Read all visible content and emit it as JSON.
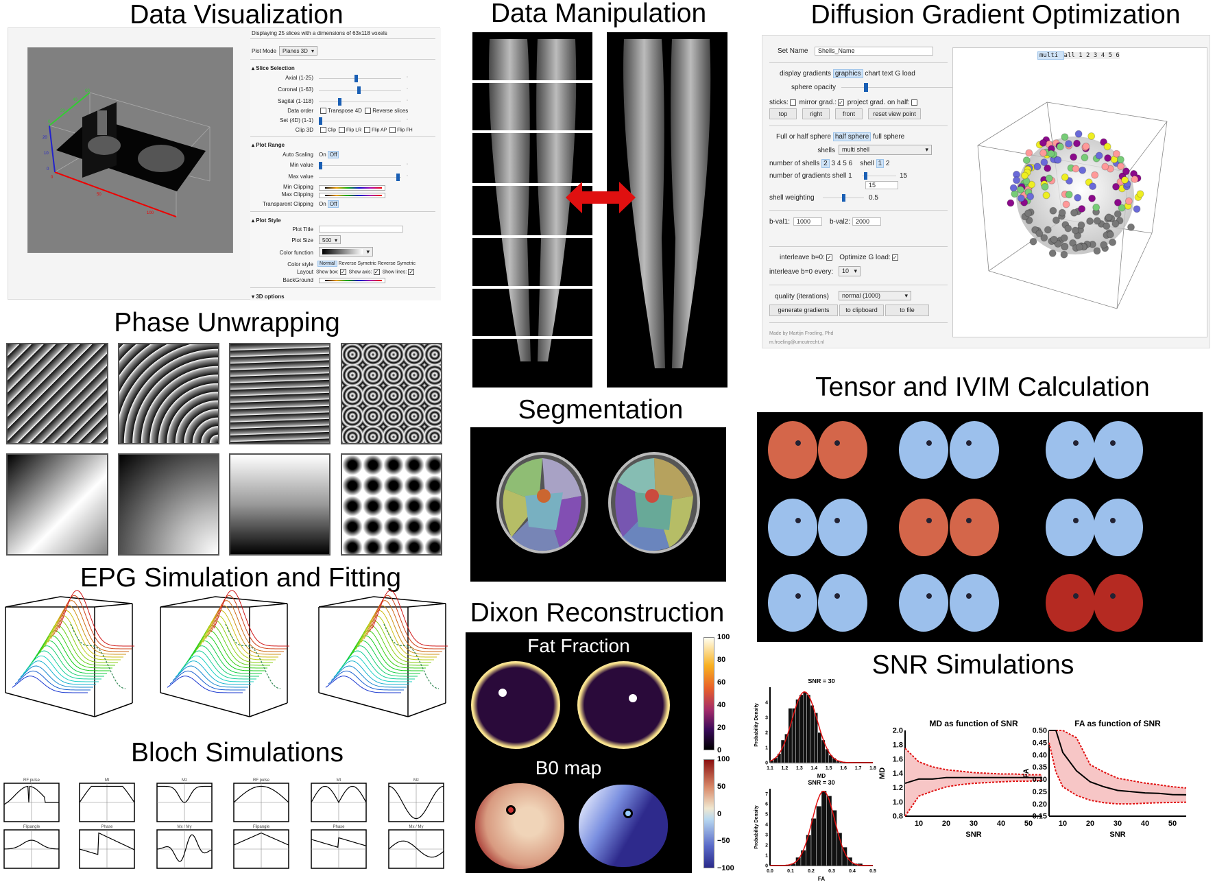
{
  "titles": {
    "data_visualization": "Data Visualization",
    "data_manipulation": "Data Manipulation",
    "diffusion": "Diffusion Gradient Optimization",
    "phase_unwrapping": "Phase Unwrapping",
    "segmentation": "Segmentation",
    "tensor": "Tensor and IVIM Calculation",
    "epg": "EPG Simulation and Fitting",
    "dixon": "Dixon Reconstruction",
    "snr": "SNR Simulations",
    "bloch": "Bloch Simulations"
  },
  "viz": {
    "info": "Displaying 25 slices with a dimensions of 63x118 voxels",
    "plot_mode_label": "Plot Mode",
    "plot_mode_value": "Planes 3D",
    "slice_selection": "Slice Selection",
    "axial": "Axial (1-25)",
    "coronal": "Coronal (1-63)",
    "sagital": "Sagital (1-118)",
    "axial_value": 0.45,
    "coronal_value": 0.49,
    "sagital_value": 0.24,
    "data_order": "Data order",
    "transpose": "Transpose 4D",
    "reverse": "Reverse slices",
    "set4d": "Set (4D) (1-1)",
    "clip3d": "Clip 3D",
    "clip": "Clip",
    "flip_lr": "Flip LR",
    "flip_ap": "Flip AP",
    "flip_fh": "Flip FH",
    "plot_range": "Plot Range",
    "auto_scaling": "Auto Scaling",
    "on": "On",
    "off": "Off",
    "min_value": "Min value",
    "max_value": "Max value",
    "min_clipping": "Min Clipping",
    "max_clipping": "Max Clipping",
    "transparent_clipping": "Transparent Clipping",
    "plot_style": "Plot Style",
    "plot_title": "Plot Title",
    "plot_size": "Plot Size",
    "plot_size_value": "500",
    "color_function": "Color function",
    "color_style": "Color style",
    "styles": [
      "Normal",
      "Reverse",
      "Symetric",
      "Reverse Symetric"
    ],
    "layout": "Layout",
    "show_box": "Show box:",
    "show_axis": "Show axis:",
    "show_lines": "Show lines:",
    "background": "BackGround",
    "options3d": "3D options",
    "axis_ticks": {
      "x": [
        "0",
        "50",
        "100"
      ],
      "z": [
        "0",
        "10",
        "20"
      ],
      "y": [
        "0",
        "20",
        "40",
        "60"
      ]
    }
  },
  "diffusion": {
    "set_name_label": "Set Name",
    "set_name_value": "Shells_Name",
    "display_gradients": "display gradients",
    "display_options": [
      "graphics",
      "chart",
      "text",
      "G load"
    ],
    "sphere_opacity": "sphere opacity",
    "sticks": "sticks:",
    "mirror": "mirror grad.:",
    "project": "project grad. on half:",
    "view_buttons": [
      "top",
      "right",
      "front",
      "reset view point"
    ],
    "full_half": "Full or half sphere",
    "sphere_options": [
      "half sphere",
      "full sphere"
    ],
    "shells_label": "shells",
    "shells_value": "multi shell",
    "num_shells_label": "number of shells",
    "num_shells": [
      "2",
      "3",
      "4",
      "5",
      "6"
    ],
    "shell_label": "shell",
    "shell_options": [
      "1",
      "2"
    ],
    "num_grad_label": "number of gradients shell 1",
    "num_grad_value": "15",
    "shell_weighting": "shell weighting",
    "shell_weighting_value": "0.5",
    "bval1_label": "b-val1:",
    "bval1": "1000",
    "bval2_label": "b-val2:",
    "bval2": "2000",
    "interleave": "interleave b=0:",
    "optimize": "Optimize G load:",
    "interleave_every": "interleave b=0 every:",
    "interleave_every_value": "10",
    "quality_label": "quality (iterations)",
    "quality_value": "normal (1000)",
    "action_buttons": [
      "generate gradients",
      "to clipboard",
      "to file"
    ],
    "credit": "Made by Martijn Froeling, Phd",
    "email": "m.froeling@umcutrecht.nl",
    "shell_tabs": [
      "multi",
      "all",
      "1",
      "2",
      "3",
      "4",
      "5",
      "6"
    ]
  },
  "dixon": {
    "fat_label": "Fat Fraction",
    "b0_label": "B0 map",
    "fat_ticks": [
      "100",
      "80",
      "60",
      "40",
      "20",
      "0"
    ],
    "b0_ticks": [
      "100",
      "50",
      "0",
      "−50",
      "−100"
    ]
  },
  "tensor": {
    "colors": {
      "r": "#d4664a",
      "b": "#9cc0ec",
      "d": "#b52a22"
    },
    "grid": [
      [
        "r",
        "r",
        "b",
        "b",
        "b",
        "b"
      ],
      [
        "b",
        "b",
        "r",
        "r",
        "b",
        "b"
      ],
      [
        "b",
        "b",
        "b",
        "b",
        "d",
        "d"
      ]
    ]
  },
  "bloch": {
    "titles": [
      [
        "RF pulse",
        "Mt",
        "Mz",
        "RF pulse",
        "Mt",
        "Mz"
      ],
      [
        "Flipangle",
        "Phase",
        "Mx / My",
        "Flipangle",
        "Phase",
        "Mx / My"
      ]
    ]
  },
  "colors": {
    "accent": "#1a5fb4",
    "arrow": "#e01010",
    "ci_fill": "#f7c6c6",
    "ci_line": "#e01010"
  },
  "chart_data": [
    {
      "type": "bar",
      "title": "SNR = 30",
      "xlabel": "MD",
      "ylabel": "Probability Density",
      "xlim": [
        1.1,
        1.8
      ],
      "ylim": [
        0,
        5
      ],
      "xticks": [
        "1.1",
        "1.2",
        "1.3",
        "1.4",
        "1.5",
        "1.6",
        "1.7",
        "1.8"
      ],
      "yticks": [
        "0",
        "1",
        "2",
        "3",
        "4"
      ],
      "bin_start": 1.1,
      "bin_width": 0.025,
      "values": [
        0.15,
        0.32,
        0.6,
        1.5,
        1.9,
        3.6,
        3.6,
        4.2,
        4.5,
        4.7,
        4.5,
        3.8,
        3.3,
        2.0,
        1.5,
        0.9,
        0.5,
        0.3,
        0.1,
        0.06
      ],
      "fit": {
        "mean": 1.335,
        "sd": 0.085
      }
    },
    {
      "type": "bar",
      "title": "SNR = 30",
      "xlabel": "FA",
      "ylabel": "Probability Density",
      "xlim": [
        0,
        0.5
      ],
      "ylim": [
        0,
        7.5
      ],
      "xticks": [
        "0.0",
        "0.1",
        "0.2",
        "0.3",
        "0.4",
        "0.5"
      ],
      "yticks": [
        "0",
        "1",
        "2",
        "3",
        "4",
        "5",
        "6",
        "7"
      ],
      "bin_start": 0,
      "bin_width": 0.025,
      "values": [
        0,
        0,
        0.01,
        0.05,
        0.2,
        0.8,
        1.5,
        3.0,
        4.6,
        5.8,
        7.3,
        6.8,
        5.4,
        3.2,
        1.8,
        0.8,
        0.2,
        0.2,
        0.05,
        0
      ],
      "fit": {
        "mean": 0.26,
        "sd": 0.055
      }
    },
    {
      "type": "line",
      "title": "MD as function of SNR",
      "xlabel": "SNR",
      "ylabel": "MD",
      "xlim": [
        5,
        55
      ],
      "ylim": [
        0.8,
        2.0
      ],
      "xticks": [
        "10",
        "20",
        "30",
        "40",
        "50"
      ],
      "yticks": [
        "0.8",
        "1.0",
        "1.2",
        "1.4",
        "1.6",
        "1.8",
        "2.0"
      ],
      "x": [
        5,
        10,
        15,
        20,
        25,
        30,
        35,
        40,
        45,
        50,
        55
      ],
      "mean": [
        1.26,
        1.32,
        1.32,
        1.34,
        1.34,
        1.34,
        1.34,
        1.34,
        1.34,
        1.34,
        1.34
      ],
      "upper": [
        1.75,
        1.56,
        1.49,
        1.45,
        1.43,
        1.41,
        1.4,
        1.39,
        1.39,
        1.38,
        1.38
      ],
      "lower": [
        0.8,
        1.08,
        1.15,
        1.21,
        1.24,
        1.26,
        1.27,
        1.28,
        1.29,
        1.29,
        1.3
      ]
    },
    {
      "type": "line",
      "title": "FA as function of SNR",
      "xlabel": "SNR",
      "ylabel": "FA",
      "xlim": [
        5,
        55
      ],
      "ylim": [
        0.15,
        0.5
      ],
      "xticks": [
        "10",
        "20",
        "30",
        "40",
        "50"
      ],
      "yticks": [
        "0.15",
        "0.20",
        "0.25",
        "0.30",
        "0.35",
        "0.40",
        "0.45",
        "0.50"
      ],
      "x": [
        5,
        7.5,
        10,
        15,
        20,
        25,
        30,
        35,
        40,
        45,
        50,
        55
      ],
      "mean": [
        0.62,
        0.5,
        0.41,
        0.335,
        0.29,
        0.27,
        0.255,
        0.25,
        0.245,
        0.243,
        0.238,
        0.237
      ],
      "upper": [
        0.9,
        0.7,
        0.6,
        0.47,
        0.36,
        0.33,
        0.305,
        0.295,
        0.285,
        0.278,
        0.27,
        0.265
      ],
      "lower": [
        0.45,
        0.33,
        0.27,
        0.235,
        0.215,
        0.205,
        0.2,
        0.2,
        0.203,
        0.205,
        0.206,
        0.207
      ]
    }
  ]
}
